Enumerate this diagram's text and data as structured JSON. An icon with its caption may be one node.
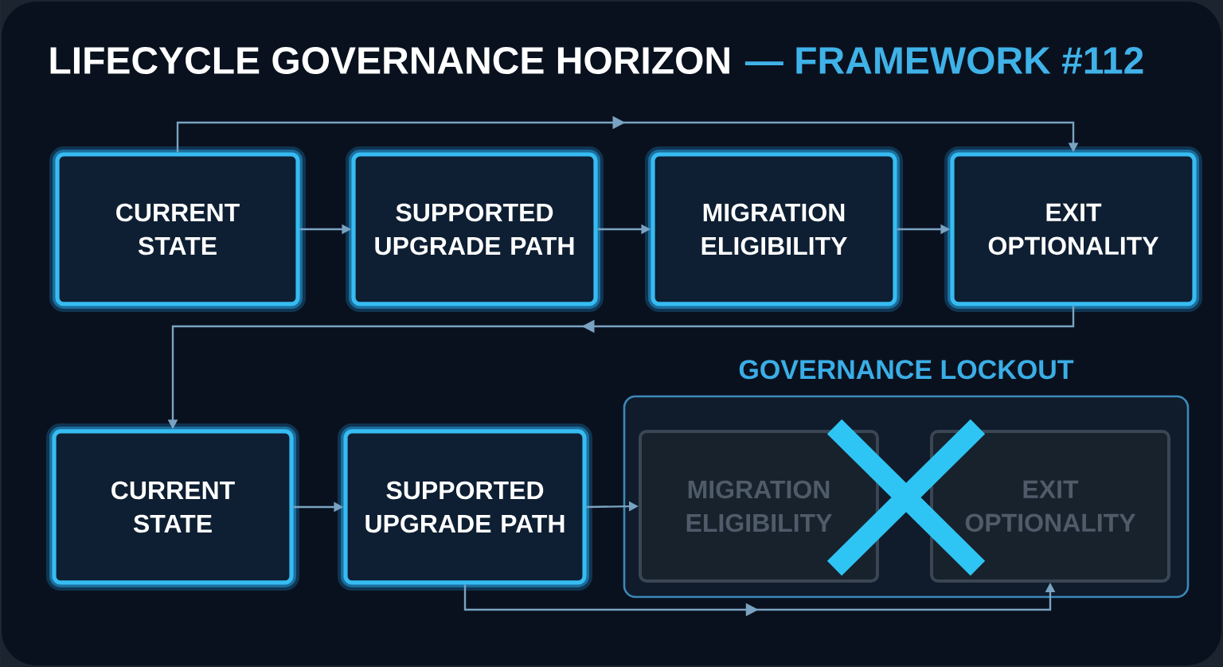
{
  "diagram": {
    "title": "LIFECYCLE GOVERNANCE HORIZON",
    "nodes": [
      {
        "text": [
          "CURRENT STATE"
        ]
      },
      {
        "text": [
          "SUPPORTED UPGRADE PATH"
        ]
      },
      {
        "text": [
          "MIGRATION ELIGIBILITY"
        ]
      },
      {
        "text": [
          "EXIT OPTIONALITY"
        ]
      },
      {
        "text": [
          "GOVERNANCE LOCKOUT"
        ]
      },
      {
        "text": [
          "CURRENT STATE"
        ]
      },
      {
        "text": [
          "SUPPORTED UPGRADE PATH"
        ]
      },
      {
        "text": [
          "MIGRATION ELIGIBILITY"
        ],
        "in": 4
      },
      {
        "text": [
          "EXIT OPTIONALITY"
        ],
        "in": 4
      }
    ],
    "edges": [
      {
        "from": 0,
        "to": 1,
        "arrow": "to"
      },
      {
        "from": 1,
        "to": 2,
        "arrow": "to"
      },
      {
        "from": 2,
        "to": 3,
        "arrow": "to"
      },
      {
        "from": 0,
        "to": 3,
        "arrow": "to"
      },
      {
        "from": 3,
        "to": 5,
        "arrow": "to"
      },
      {
        "from": 5,
        "to": 6,
        "arrow": "to"
      },
      {
        "from": 6,
        "to": 7,
        "arrow": "to"
      },
      {
        "from": 6,
        "to": 8,
        "arrow": "to"
      }
    ],
    "labels": [
      "— FRAMEWORK #112"
    ]
  }
}
